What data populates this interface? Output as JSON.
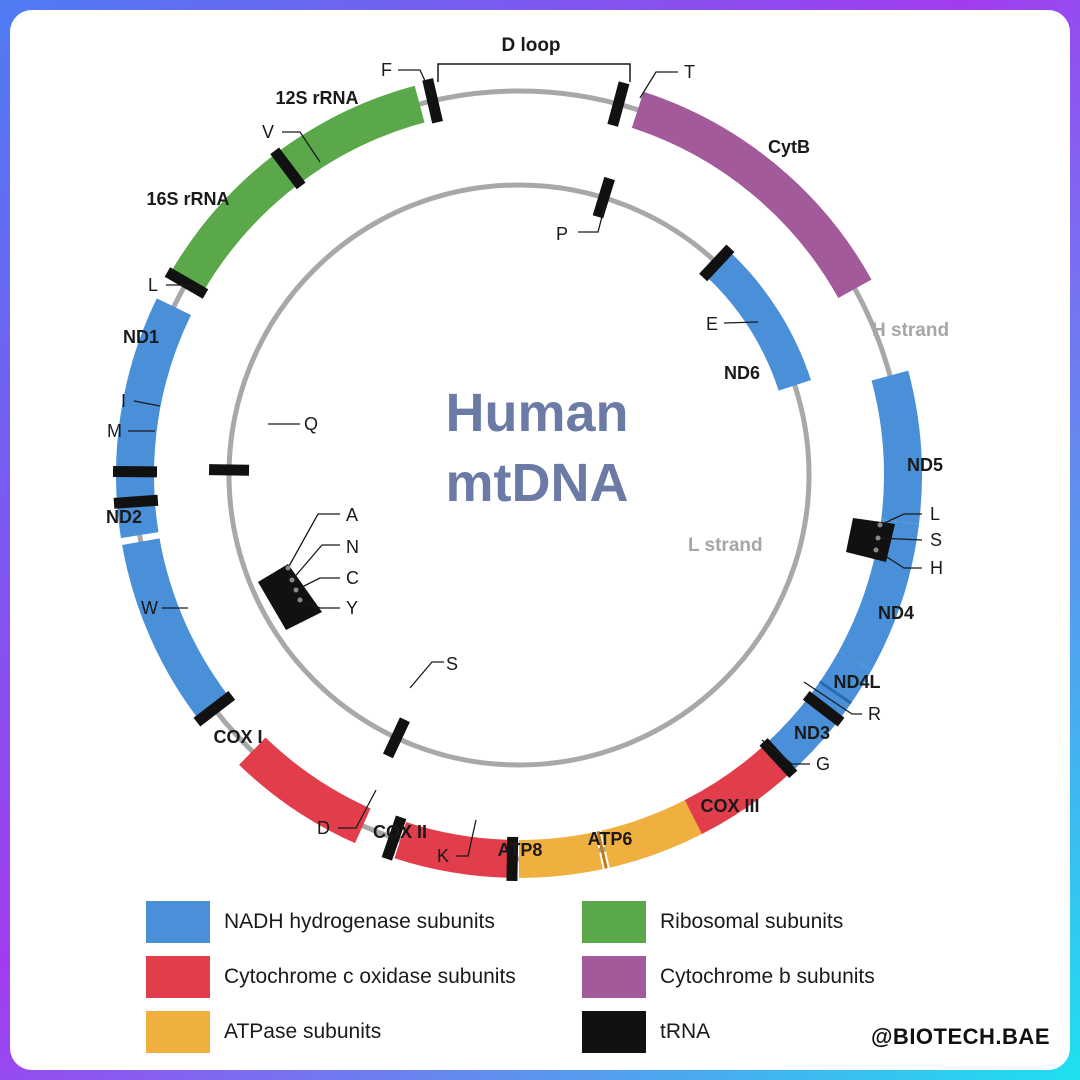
{
  "title": [
    "Human",
    "mtDNA"
  ],
  "strands": {
    "h": "H strand",
    "l": "L strand"
  },
  "dloop": "D loop",
  "colors": {
    "nadh": "#4a90d9",
    "cox": "#e23d4a",
    "atp": "#f0b040",
    "ribosomal": "#5aa84a",
    "cytb": "#a35a9a",
    "trna": "#111111",
    "strand": "#a8a8a8",
    "title": "#6c7aa6"
  },
  "genes": [
    {
      "name": "12S rRNA",
      "type": "ribosomal"
    },
    {
      "name": "16S rRNA",
      "type": "ribosomal"
    },
    {
      "name": "ND1",
      "type": "nadh"
    },
    {
      "name": "ND2",
      "type": "nadh"
    },
    {
      "name": "COX I",
      "type": "cox"
    },
    {
      "name": "COX II",
      "type": "cox"
    },
    {
      "name": "ATP8",
      "type": "atp"
    },
    {
      "name": "ATP6",
      "type": "atp"
    },
    {
      "name": "COX III",
      "type": "cox"
    },
    {
      "name": "ND3",
      "type": "nadh"
    },
    {
      "name": "ND4L",
      "type": "nadh"
    },
    {
      "name": "ND4",
      "type": "nadh"
    },
    {
      "name": "ND5",
      "type": "nadh"
    },
    {
      "name": "ND6",
      "type": "nadh"
    },
    {
      "name": "CytB",
      "type": "cytb"
    }
  ],
  "trnas": [
    "F",
    "V",
    "L",
    "I",
    "M",
    "W",
    "A",
    "N",
    "C",
    "Y",
    "D",
    "K",
    "G",
    "R",
    "H",
    "S",
    "L",
    "E",
    "T",
    "P",
    "Q",
    "S"
  ],
  "legend": [
    {
      "label": "NADH hydrogenase subunits",
      "type": "nadh"
    },
    {
      "label": "Cytochrome c oxidase subunits",
      "type": "cox"
    },
    {
      "label": "ATPase subunits",
      "type": "atp"
    },
    {
      "label": "Ribosomal subunits",
      "type": "ribosomal"
    },
    {
      "label": "Cytochrome b subunits",
      "type": "cytb"
    },
    {
      "label": "tRNA",
      "type": "trna"
    }
  ],
  "watermark": "@BIOTECH.BAE"
}
